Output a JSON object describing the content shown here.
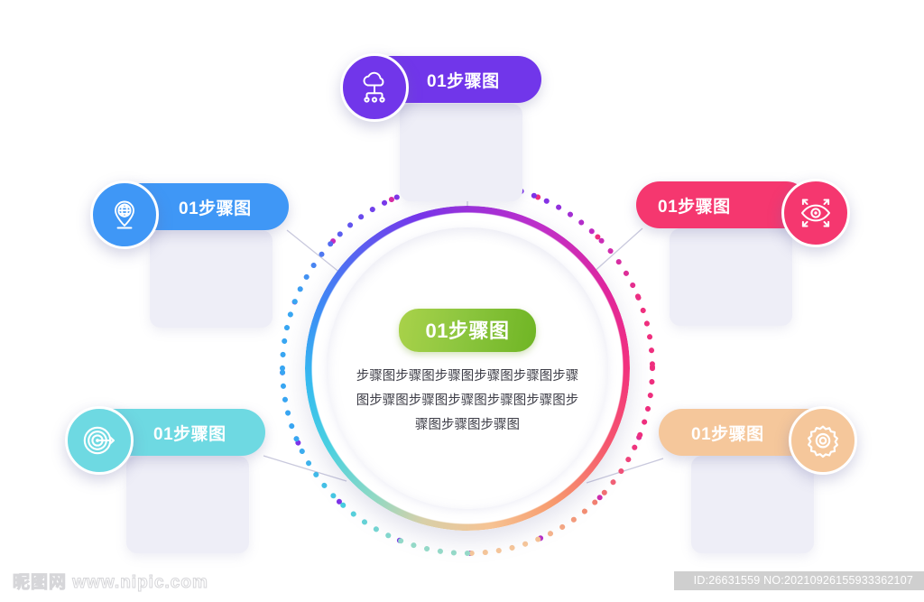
{
  "center": {
    "badge_label": "01步骤图",
    "badge_gradient": [
      "#a9d24a",
      "#6fb524"
    ],
    "description": "步骤图步骤图步骤图步骤图步骤图步骤图步骤图步骤图步骤图步骤图步骤图步骤图步骤图步骤图"
  },
  "nodes": [
    {
      "id": "top",
      "label": "01步骤图",
      "icon": "cloud-network-icon",
      "color": "#7136ea",
      "color_name": "purple",
      "position": "top"
    },
    {
      "id": "left-top",
      "label": "01步骤图",
      "icon": "globe-location-pin-icon",
      "color": "#3f97f6",
      "color_name": "blue",
      "position": "left-top"
    },
    {
      "id": "right-top",
      "label": "01步骤图",
      "icon": "eye-expand-icon",
      "color": "#f5376f",
      "color_name": "pink",
      "position": "right-top"
    },
    {
      "id": "left-bottom",
      "label": "01步骤图",
      "icon": "target-dart-icon",
      "color": "#6ed9e2",
      "color_name": "cyan",
      "position": "left-bottom"
    },
    {
      "id": "right-bottom",
      "label": "01步骤图",
      "icon": "gear-icon",
      "color": "#f5c79b",
      "color_name": "peach",
      "position": "right-bottom"
    }
  ],
  "watermark": {
    "site": "昵图网 www.nipic.com",
    "id_text": "ID:26631559 NO:20210926155933362107"
  }
}
